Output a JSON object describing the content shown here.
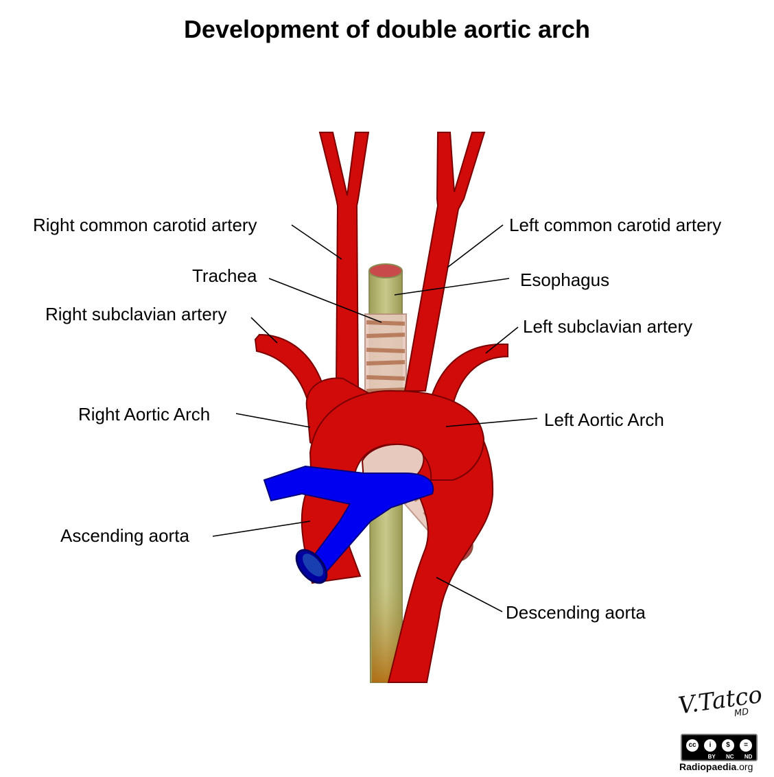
{
  "title": "Development of double aortic arch",
  "labels": {
    "rcca": "Right common carotid artery",
    "lcca": "Left common carotid artery",
    "trachea": "Trachea",
    "esophagus": "Esophagus",
    "rsa": "Right subclavian artery",
    "lsa": "Left subclavian artery",
    "raa": "Right Aortic Arch",
    "laa": "Left Aortic Arch",
    "asc": "Ascending aorta",
    "desc": "Descending aorta"
  },
  "credit": {
    "signature": "V.Tatco",
    "signature_suffix": "MD",
    "cc_terms": [
      "BY",
      "NC",
      "ND"
    ],
    "site_bold": "Radiopaedia",
    "site_rest": ".org"
  },
  "colors": {
    "artery": "#d10a0a",
    "artery_outline": "#7a0000",
    "vein": "#0000f0",
    "vein_outline": "#000080",
    "trachea": "#ddc3b8",
    "esophagus": "#b8b87a"
  }
}
